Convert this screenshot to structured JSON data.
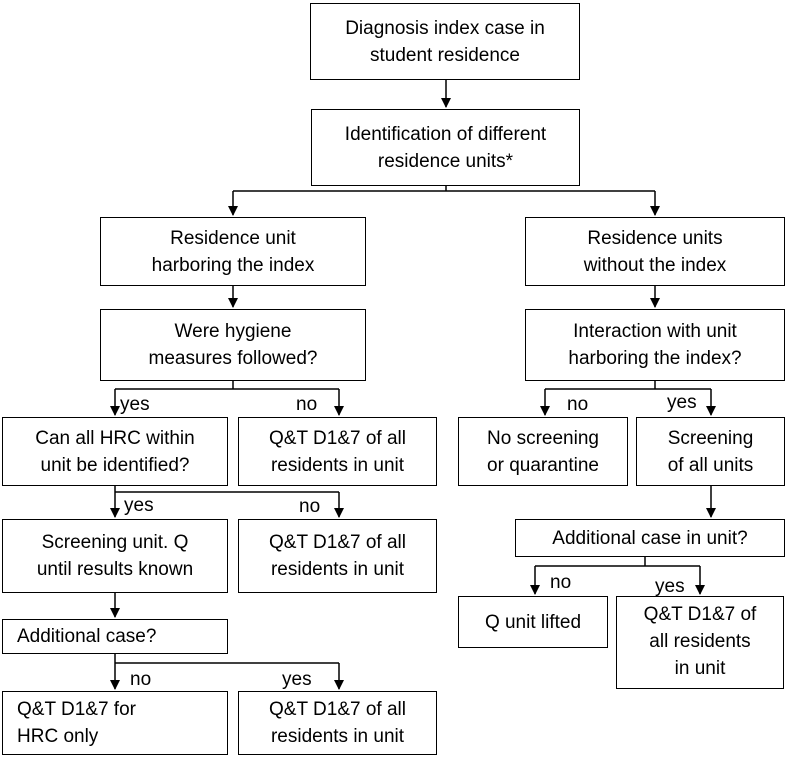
{
  "nodes": {
    "diagnosis": "Diagnosis index case in\nstudent residence",
    "identification": "Identification of different\nresidence units*",
    "unit_index": "Residence unit\nharboring the index",
    "units_without": "Residence units\nwithout the index",
    "hygiene": "Were hygiene\nmeasures followed?",
    "interaction": "Interaction with unit\nharboring the index?",
    "hrc_identified": "Can all HRC within\nunit be identified?",
    "qt_all_1": "Q&T D1&7 of all\nresidents in unit",
    "no_screening": "No screening\nor quarantine",
    "screening_all": "Screening\nof all units",
    "screening_unit": "Screening unit. Q\nuntil results known",
    "qt_all_2": "Q&T D1&7 of all\nresidents in unit",
    "additional_unit": "Additional case in unit?",
    "q_lifted": "Q unit lifted",
    "qt_all_4": "Q&T D1&7 of\nall residents\nin unit",
    "additional_case": "Additional case?",
    "qt_hrc": "Q&T D1&7 for\nHRC only",
    "qt_all_3": "Q&T D1&7 of all\nresidents in unit"
  },
  "labels": {
    "hygiene_yes": "yes",
    "hygiene_no": "no",
    "interaction_no": "no",
    "interaction_yes": "yes",
    "hrc_yes": "yes",
    "hrc_no": "no",
    "unit_no": "no",
    "unit_yes": "yes",
    "case_no": "no",
    "case_yes": "yes"
  }
}
